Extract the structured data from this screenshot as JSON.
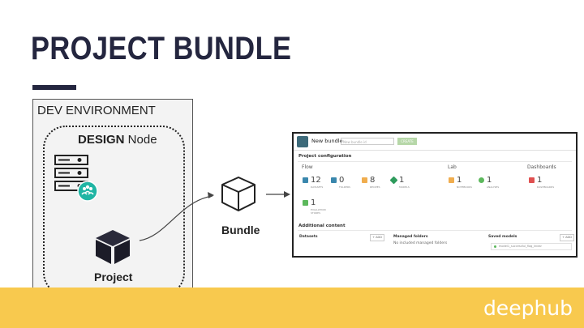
{
  "title": "PROJECT BUNDLE",
  "dev_environment": {
    "label": "DEV ENVIRONMENT"
  },
  "design_node": {
    "label_bold": "DESIGN",
    "label_rest": " Node"
  },
  "project_label": "Project",
  "bundle_label": "Bundle",
  "brand": "deephub",
  "colors": {
    "title": "#24263f",
    "footer": "#f8c94e",
    "node_badge": "#1fb5a4"
  },
  "screenshot": {
    "name": "New bundle",
    "name_placeholder": "New bundle id",
    "create_button": "CREATE",
    "project_configuration": "Project configuration",
    "flow_label": "Flow",
    "lab_label": "Lab",
    "dashboards_label": "Dashboards",
    "flow_stats": [
      {
        "num": "12",
        "caption": "DATASETS",
        "color": "#3a87ad"
      },
      {
        "num": "0",
        "caption": "FOLDERS",
        "color": "#3a87ad"
      },
      {
        "num": "8",
        "caption": "RECIPES",
        "color": "#f0ad4e"
      },
      {
        "num": "1",
        "caption": "MODELS",
        "color": "#2e9b5c"
      }
    ],
    "lab_stats": [
      {
        "num": "1",
        "caption": "NOTEBOOKS",
        "color": "#f0ad4e"
      },
      {
        "num": "1",
        "caption": "ANALYSES",
        "color": "#5cb85c"
      }
    ],
    "dashboard_stats": [
      {
        "num": "1",
        "caption": "DASHBOARDS",
        "color": "#e05050"
      }
    ],
    "eval_stat": {
      "num": "1",
      "caption": "EVALUATION STORES",
      "color": "#5cb85c"
    },
    "additional_content": "Additional content",
    "datasets_label": "Datasets",
    "add_label": "+ ADD",
    "managed_folders_label": "Managed folders",
    "managed_folders_empty": "No included managed folders",
    "saved_models_label": "Saved models",
    "saved_model_item": "model1_successful_flag_linear"
  }
}
